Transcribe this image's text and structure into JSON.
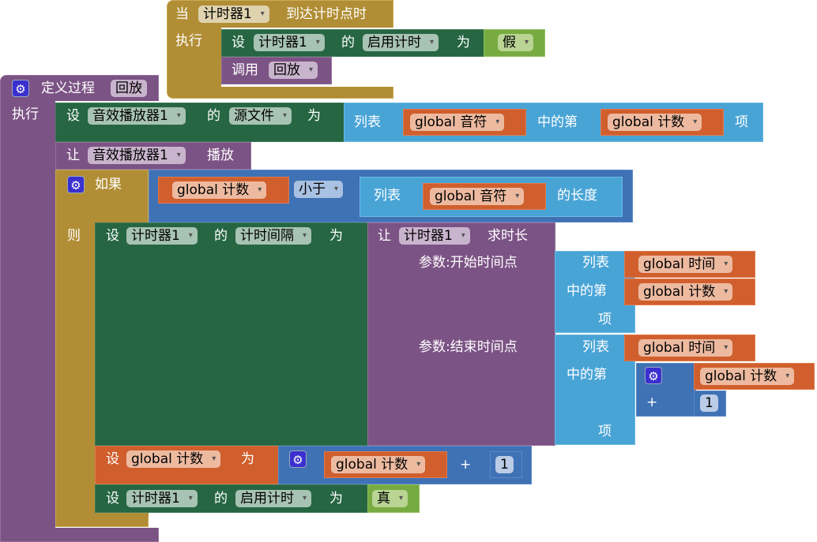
{
  "event": {
    "when": "当",
    "component": "计时器1",
    "event_name": "到达计时点时",
    "do": "执行",
    "set1": {
      "set": "设",
      "component": "计时器1",
      "of": "的",
      "property": "启用计时",
      "to": "为",
      "value": "假"
    },
    "call": {
      "label": "调用",
      "procedure": "回放"
    }
  },
  "procedure": {
    "define": "定义过程",
    "name": "回放",
    "do": "执行",
    "set_source": {
      "set": "设",
      "component": "音效播放器1",
      "of": "的",
      "property": "源文件",
      "to": "为",
      "list_label": "列表",
      "list_var": "global 音符",
      "index_label": "中的第",
      "index_var": "global 计数",
      "item_label": "项"
    },
    "play": {
      "let": "让",
      "component": "音效播放器1",
      "method": "播放"
    },
    "if": {
      "if": "如果",
      "then": "则",
      "left_var": "global 计数",
      "op": "小于",
      "len_list": "列表",
      "len_var": "global 音符",
      "len_suffix": "的长度"
    },
    "set_interval": {
      "set": "设",
      "component": "计时器1",
      "of": "的",
      "property": "计时间隔",
      "to": "为",
      "let": "让",
      "dur_component": "计时器1",
      "method": "求时长",
      "arg1": "参数:开始时间点",
      "arg2": "参数:结束时间点",
      "list_label": "列表",
      "index_label": "中的第",
      "item_label": "项",
      "time_var": "global 时间",
      "count_var": "global 计数",
      "plus": "+",
      "one": "1"
    },
    "set_count": {
      "set": "设",
      "var": "global 计数",
      "to": "为",
      "add_var": "global 计数",
      "plus": "+",
      "one": "1"
    },
    "set_enable": {
      "set": "设",
      "component": "计时器1",
      "of": "的",
      "property": "启用计时",
      "to": "为",
      "value": "真"
    }
  }
}
